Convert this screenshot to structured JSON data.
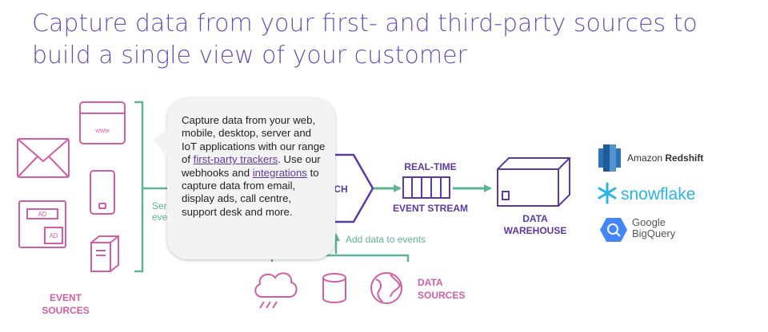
{
  "title": "Capture data from your first- and third-party sources to build a single view of your customer",
  "event_sources": {
    "line1": "EVENT",
    "line2": "SOURCES",
    "www_label": "www",
    "ad_label_1": "AD",
    "ad_label_2": "AD"
  },
  "partial_label": {
    "line1": "Ser",
    "line2": "eve"
  },
  "enrich_label": "RICH",
  "stream": {
    "top": "REAL-TIME",
    "bottom": "EVENT STREAM"
  },
  "warehouse": {
    "line1": "DATA",
    "line2": "WAREHOUSE"
  },
  "add_data_label": "Add data to events",
  "data_sources": {
    "line1": "DATA",
    "line2": "SOURCES"
  },
  "logos": {
    "redshift": {
      "light": "Amazon ",
      "bold": "Redshift"
    },
    "snowflake": "snowflake",
    "bigquery": {
      "line1": "Google",
      "line2": "BigQuery"
    }
  },
  "tooltip": {
    "part1": "Capture data from your web, mobile, desktop, server and IoT applications with our range of ",
    "link1": "first-party trackers",
    "part2": ". Use our webhooks and ",
    "link2": "integrations",
    "part3": " to capture data from email, display ads, call centre, support desk and more."
  },
  "colors": {
    "title": "#6a4fb5",
    "pink": "#d45ea3",
    "teal": "#5fb592",
    "purple": "#5b3aa6"
  }
}
